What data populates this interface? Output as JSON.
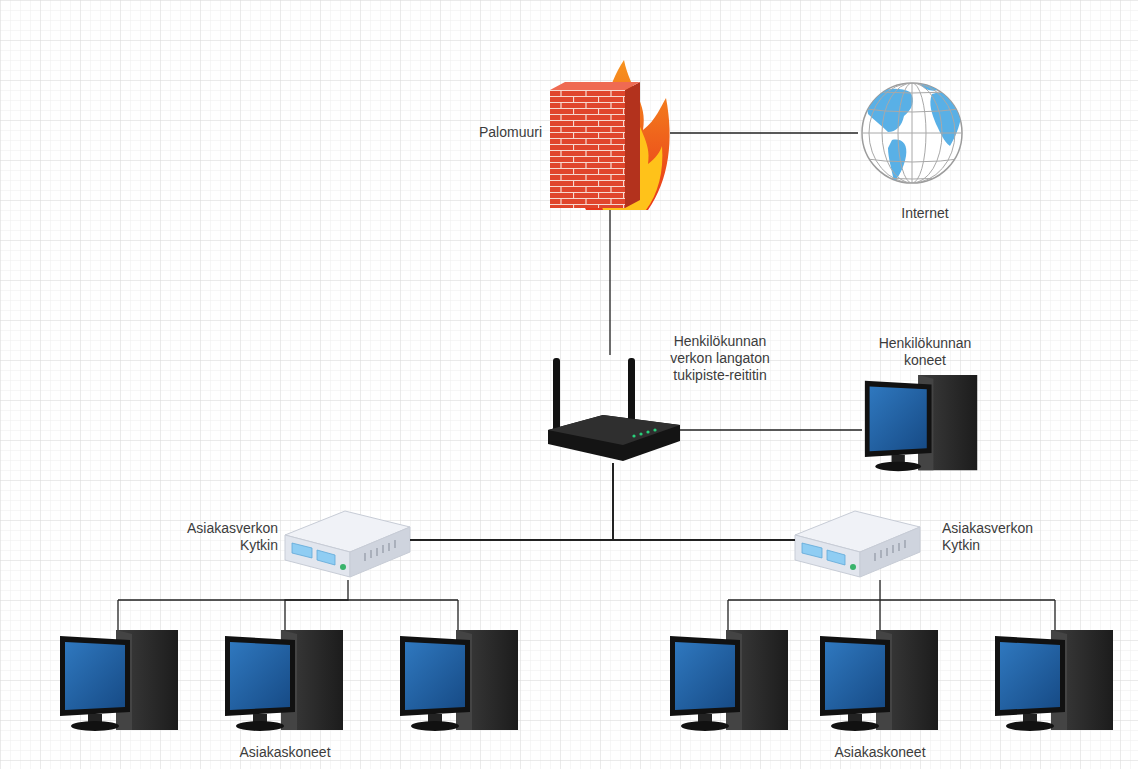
{
  "diagram": {
    "nodes": [
      {
        "text": [
          "Palomuuri"
        ]
      },
      {
        "text": [
          "Internet"
        ]
      },
      {
        "text": [
          "Henkilökunnan verkon langaton tukipiste-reititin"
        ]
      },
      {
        "text": [
          "Henkilökunnan koneet"
        ]
      },
      {
        "text": [
          "Asiakasverkon Kytkin"
        ]
      },
      {
        "text": [
          "Asiakasverkon Kytkin"
        ]
      },
      {
        "text": [
          "Asiakaskoneet"
        ]
      },
      {
        "text": [
          "Asiakaskoneet"
        ]
      }
    ],
    "edges": [
      {
        "from": 0,
        "to": 1,
        "arrow": "none"
      },
      {
        "from": 0,
        "to": 2,
        "arrow": "none"
      },
      {
        "from": 2,
        "to": 3,
        "arrow": "none"
      },
      {
        "from": 2,
        "to": 4,
        "arrow": "none"
      },
      {
        "from": 2,
        "to": 5,
        "arrow": "none"
      },
      {
        "from": 4,
        "to": 6,
        "arrow": "none"
      },
      {
        "from": 5,
        "to": 7,
        "arrow": "none"
      }
    ]
  }
}
